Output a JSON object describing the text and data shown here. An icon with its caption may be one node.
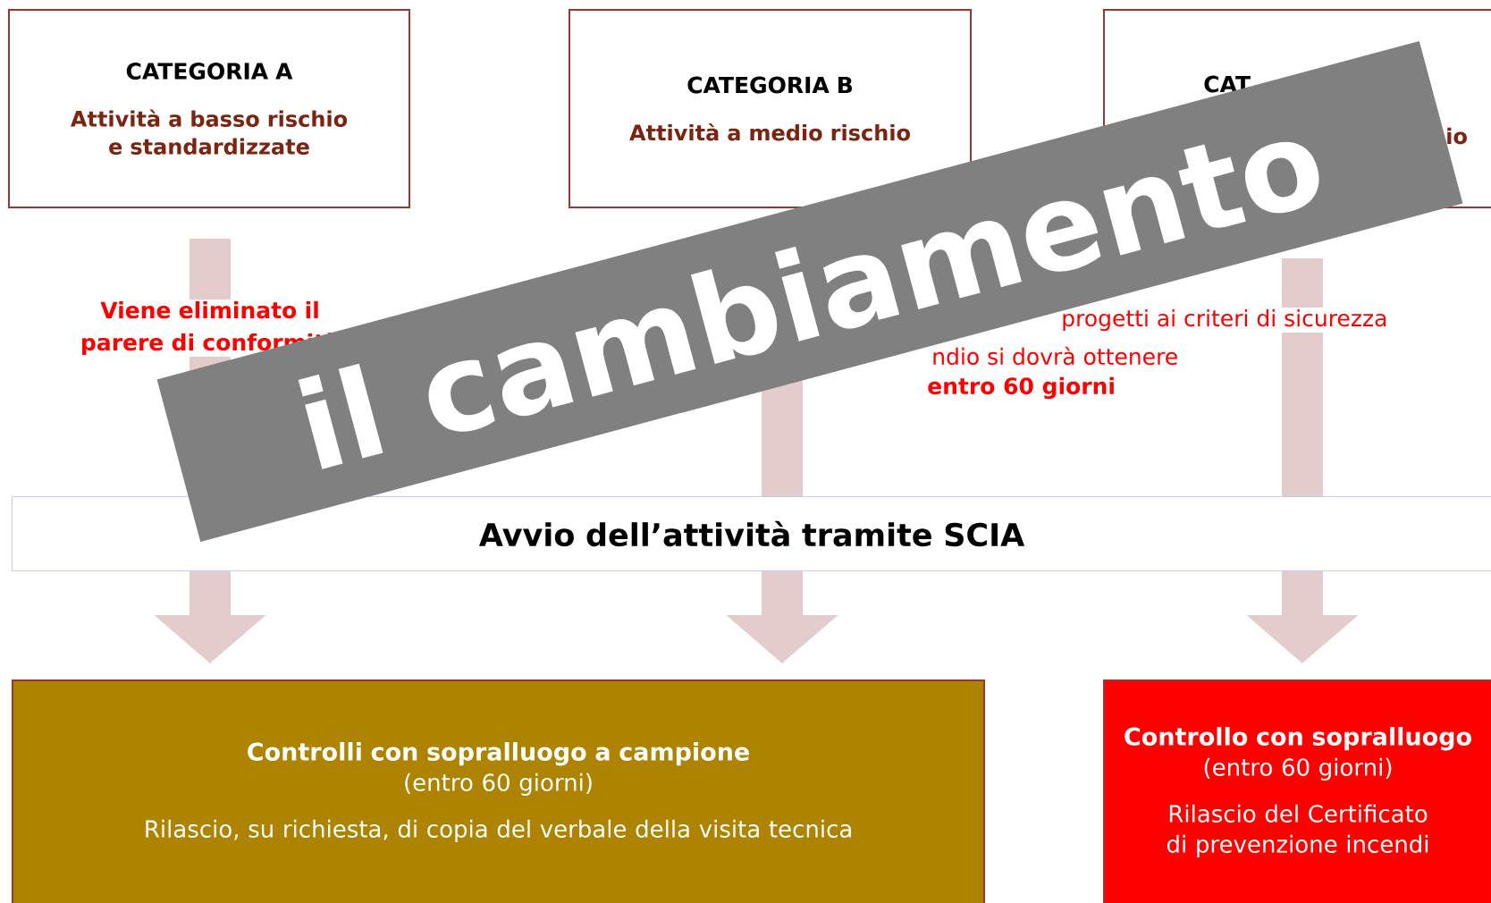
{
  "diagram": {
    "nodes": [
      {
        "text": [
          "CATEGORIA A",
          "Attività a basso rischio e standardizzate"
        ]
      },
      {
        "text": [
          "CATEGORIA B",
          "Attività a medio rischio"
        ]
      },
      {
        "text": [
          "CAT",
          "io"
        ]
      },
      {
        "text": [
          "Avvio dell’attività tramite SCIA"
        ]
      },
      {
        "text": [
          "Controlli con sopralluogo a campione",
          "(entro 60 giorni)",
          "Rilascio, su richiesta, di copia del verbale della visita tecnica"
        ]
      },
      {
        "text": [
          "Controllo con sopralluogo",
          "(entro 60 giorni)",
          "Rilascio del Certificato di prevenzione incendi"
        ]
      }
    ],
    "edges": [
      {
        "from": 0,
        "to": 3,
        "arrow": "none",
        "label": "Viene eliminato il parere di conformità"
      },
      {
        "from": 1,
        "to": 3,
        "arrow": "none"
      },
      {
        "from": 2,
        "to": 3,
        "arrow": "none"
      },
      {
        "from": 3,
        "to": 4,
        "arrow": "to"
      },
      {
        "from": 3,
        "to": 4,
        "arrow": "to"
      },
      {
        "from": 3,
        "to": 5,
        "arrow": "to"
      }
    ],
    "labels": [
      "progetti ai criteri di sicurezza",
      "ndio si dovrà ottenere",
      "entro 60 giorni",
      "il cambiamento"
    ]
  }
}
